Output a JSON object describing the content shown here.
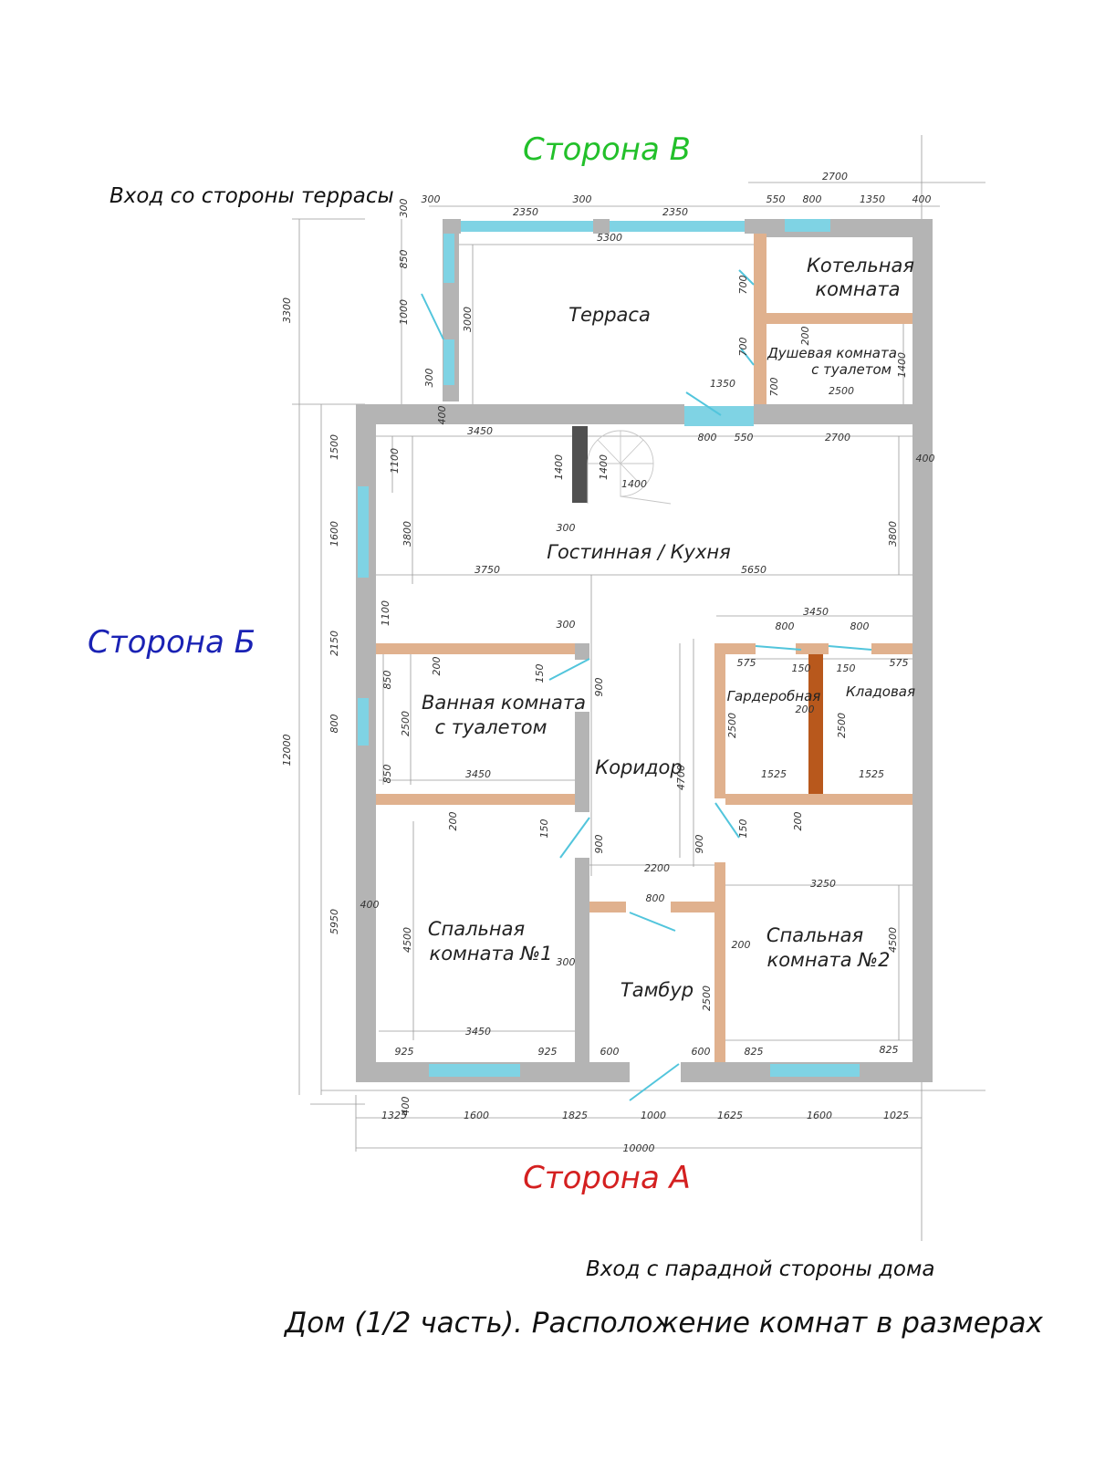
{
  "sides": {
    "v": {
      "label": "Сторона В",
      "color": "#22c02a"
    },
    "b": {
      "label": "Сторона Б",
      "color": "#1a22b4"
    },
    "a": {
      "label": "Сторона А",
      "color": "#d42020"
    }
  },
  "notes": {
    "terrace_entry": "Вход со стороны террасы",
    "front_entry": "Вход с парадной стороны дома",
    "caption": "Дом (1/2 часть). Расположение комнат в размерах"
  },
  "rooms": {
    "terrace": "Терраса",
    "boiler_1": "Котельная",
    "boiler_2": "комната",
    "shower_1": "Душевая комната",
    "shower_2": "с туалетом",
    "living": "Гостинная / Кухня",
    "bath_1": "Ванная комната",
    "bath_2": "с туалетом",
    "corridor": "Коридор",
    "wardrobe": "Гардеробная",
    "pantry": "Кладовая",
    "bed1_1": "Спальная",
    "bed1_2": "комната №1",
    "bed2_1": "Спальная",
    "bed2_2": "комната №2",
    "vestibule": "Тамбур"
  },
  "dims": {
    "d2700top": "2700",
    "d300a": "300",
    "d2350a": "2350",
    "d300b": "300",
    "d2350b": "2350",
    "d550top": "550",
    "d800top": "800",
    "d1350top": "1350",
    "d400top": "400",
    "d300v": "300",
    "d5300": "5300",
    "d3300": "3300",
    "d850": "850",
    "d1000": "1000",
    "d3000": "3000",
    "d300v2": "300",
    "d400v": "400",
    "d700a": "700",
    "d700b": "700",
    "d700c": "700",
    "d200shw": "200",
    "d1400shw": "1400",
    "d2500shw": "2500",
    "d1350mid": "1350",
    "d3450top": "3450",
    "d800mid": "800",
    "d550mid": "550",
    "d2700mid": "2700",
    "d400right": "400",
    "d1500": "1500",
    "d1100a": "1100",
    "d1400a": "1400",
    "d1400b": "1400",
    "d1400c": "1400",
    "d1600": "1600",
    "d3800l": "3800",
    "d300st": "300",
    "d3800r": "3800",
    "d3750": "3750",
    "d5650": "5650",
    "d12000": "12000",
    "d1100b": "1100",
    "d2150": "2150",
    "d300c": "300",
    "d3450r": "3450",
    "d800w1": "800",
    "d800w2": "800",
    "d200b1": "200",
    "d150a": "150",
    "d900a": "900",
    "d575a": "575",
    "d150b": "150",
    "d150c": "150",
    "d575b": "575",
    "d200g": "200",
    "d850b": "850",
    "d2500b": "2500",
    "d800b": "800",
    "d850c": "850",
    "d2500g": "2500",
    "d2500p": "2500",
    "d4700": "4700",
    "d1525a": "1525",
    "d1525b": "1525",
    "d3450b": "3450",
    "d200c": "200",
    "d150d": "150",
    "d900b": "900",
    "d900c": "900",
    "d150e": "150",
    "d200d": "200",
    "d2200": "2200",
    "d3250": "3250",
    "d5950": "5950",
    "d400l": "400",
    "d800v": "800",
    "d4500a": "4500",
    "d300d": "300",
    "d200e": "200",
    "d4500b": "4500",
    "d2500v": "2500",
    "d3450c": "3450",
    "d925a": "925",
    "d925b": "925",
    "d600a": "600",
    "d600b": "600",
    "d825a": "825",
    "d825b": "825",
    "d1325": "1325",
    "d400bot": "400",
    "d1600a": "1600",
    "d1825": "1825",
    "d1000b": "1000",
    "d1625": "1625",
    "d1600b": "1600",
    "d1025": "1025",
    "d10000": "10000"
  }
}
